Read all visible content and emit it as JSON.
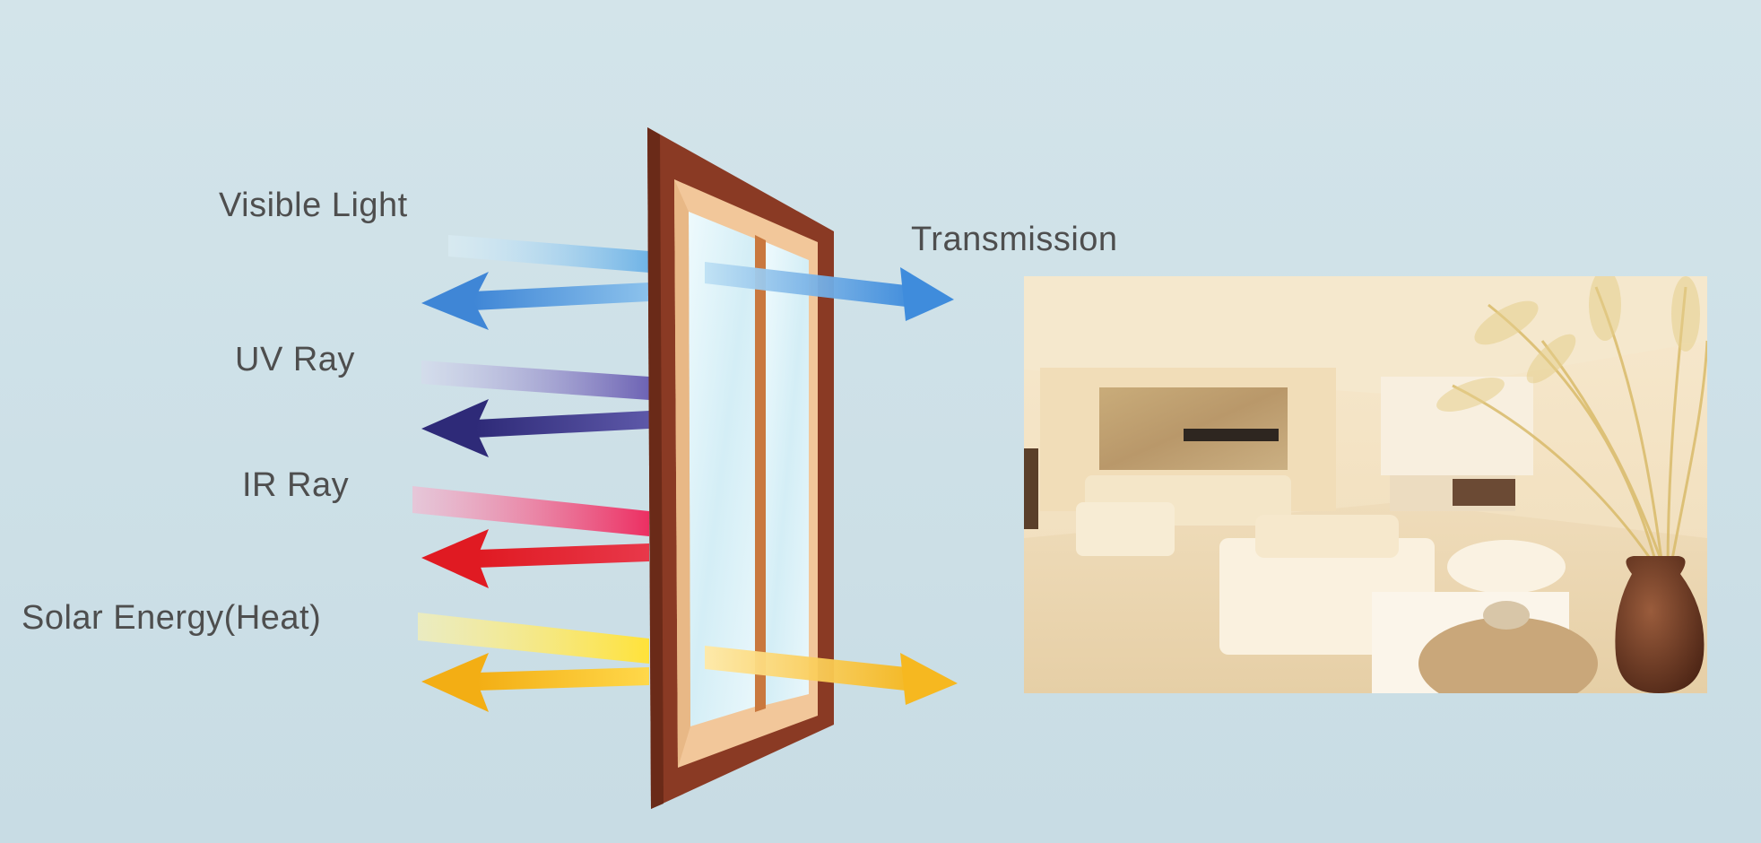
{
  "labels": {
    "visible_light": "Visible  Light",
    "uv_ray": "UV Ray",
    "ir_ray": "IR Ray",
    "solar_energy": "Solar Energy(Heat)",
    "transmission": "Transmission"
  },
  "colors": {
    "background": "#cfe1e8",
    "frame": "#8a3a24",
    "frame_inner": "#f2c79a",
    "glass": "#dff3f8",
    "visible_arrow": "#4a90d9",
    "uv_arrow": "#3c3a8c",
    "ir_arrow": "#e8283a",
    "solar_arrow": "#f7b81e"
  }
}
